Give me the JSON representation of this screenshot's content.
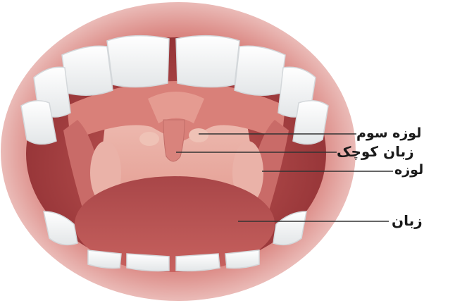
{
  "labels": {
    "adenoid": "لوزه سوم",
    "uvula": "زبان کوچک",
    "tonsil": "لوزه",
    "tongue": "زبان"
  },
  "colors": {
    "lip_outer": "#e6a9a6",
    "lip_inner": "#c9605f",
    "mouth_cavity": "#a33b3d",
    "throat": "#e8a49a",
    "palate": "#d9857d",
    "tongue": "#b6504f",
    "teeth": "#f6f7f7",
    "leader_line": "#333333"
  }
}
